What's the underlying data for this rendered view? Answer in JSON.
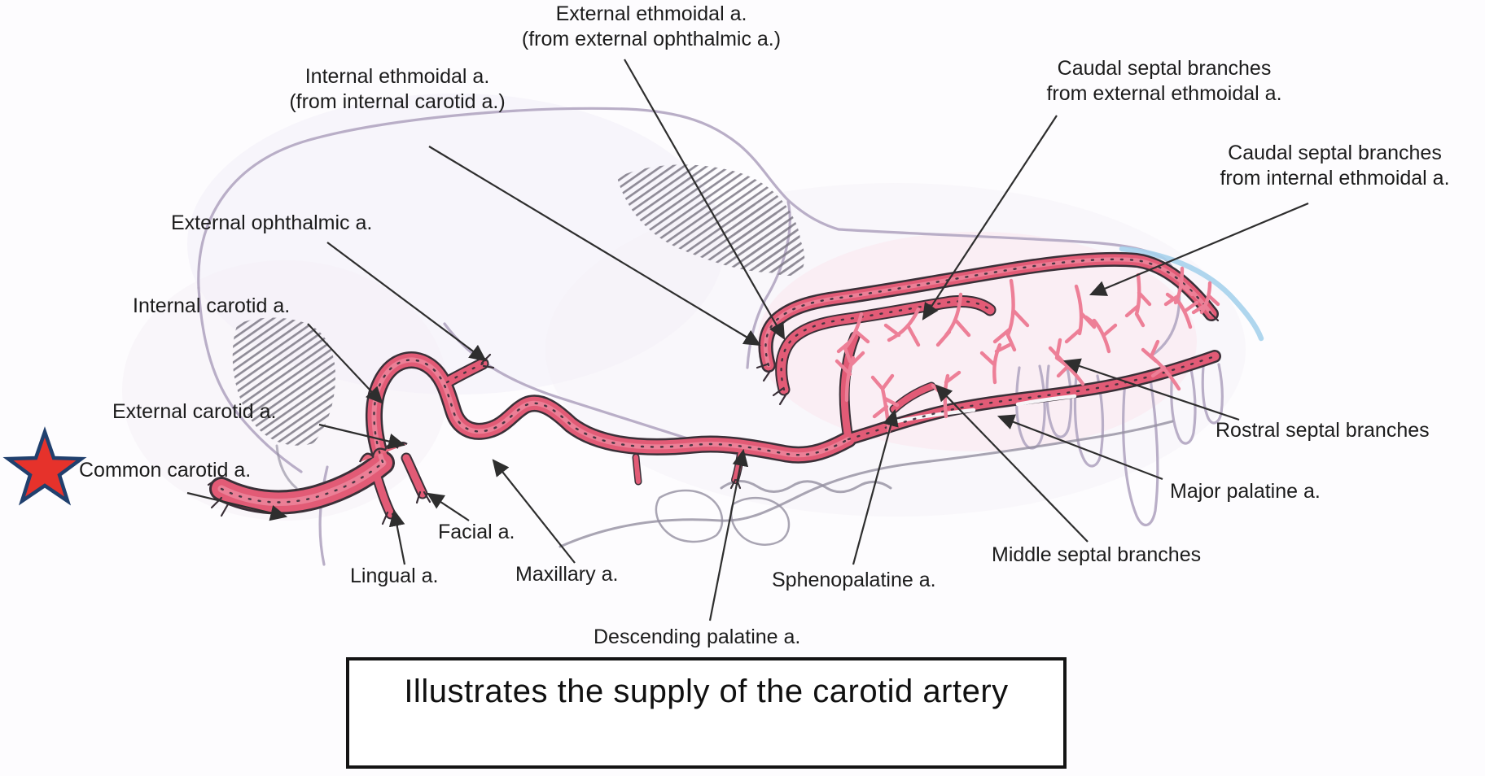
{
  "caption": {
    "text": "Illustrates the supply of the carotid artery"
  },
  "marker_star": {
    "meaning": "highlight-marker",
    "fill": "#e6322b",
    "outline": "#20406e"
  },
  "labels": [
    {
      "id": "external-ethmoidal",
      "text": "External ethmoidal a.",
      "sub": "(from external ophthalmic a.)"
    },
    {
      "id": "internal-ethmoidal",
      "text": "Internal ethmoidal a.",
      "sub": "(from internal carotid a.)"
    },
    {
      "id": "caudal-septal-external",
      "text": "Caudal septal branches",
      "sub": "from external ethmoidal a."
    },
    {
      "id": "caudal-septal-internal",
      "text": "Caudal septal branches",
      "sub": "from internal ethmoidal a."
    },
    {
      "id": "external-ophthalmic",
      "text": "External ophthalmic a."
    },
    {
      "id": "internal-carotid",
      "text": "Internal carotid a."
    },
    {
      "id": "external-carotid",
      "text": "External carotid a."
    },
    {
      "id": "common-carotid",
      "text": "Common carotid a."
    },
    {
      "id": "lingual",
      "text": "Lingual a."
    },
    {
      "id": "facial",
      "text": "Facial a."
    },
    {
      "id": "maxillary",
      "text": "Maxillary a."
    },
    {
      "id": "descending-palatine",
      "text": "Descending palatine a."
    },
    {
      "id": "sphenopalatine",
      "text": "Sphenopalatine a."
    },
    {
      "id": "middle-septal",
      "text": "Middle septal branches"
    },
    {
      "id": "major-palatine",
      "text": "Major palatine a."
    },
    {
      "id": "rostral-septal",
      "text": "Rostral septal branches"
    }
  ],
  "colors": {
    "artery_main": "#e25b76",
    "artery_branch": "#ed7f97",
    "artery_outline": "#3a3038",
    "skull_line": "#b5aac4",
    "hatch_gray": "#75717e",
    "nasal_highlight_blue": "#a6d2ec",
    "leader_line": "#2e2e2e",
    "label_text": "#1c1c1c"
  }
}
